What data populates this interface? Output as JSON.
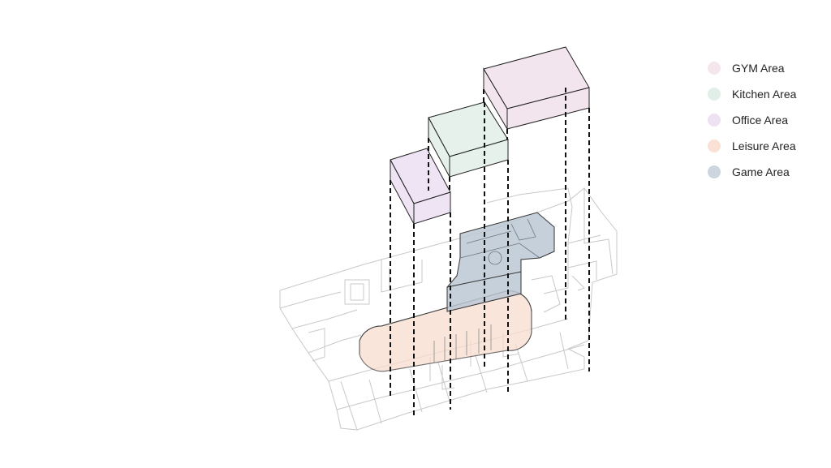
{
  "legend": {
    "items": [
      {
        "label": "GYM Area",
        "color": "#f4e6ec"
      },
      {
        "label": "Kitchen Area",
        "color": "#e2efe8"
      },
      {
        "label": "Office Area",
        "color": "#ece2f2"
      },
      {
        "label": "Leisure Area",
        "color": "#f9e1d6"
      },
      {
        "label": "Game Area",
        "color": "#cdd6de"
      }
    ]
  },
  "colors": {
    "line_light": "#c8c8c8",
    "line_dark": "#222222",
    "gym_fill": "#f1e1ea",
    "kitchen_fill": "#e1efe6",
    "office_fill": "#ebdff2",
    "leisure_fill": "#f8dccf",
    "game_fill": "#bcc8d3"
  }
}
